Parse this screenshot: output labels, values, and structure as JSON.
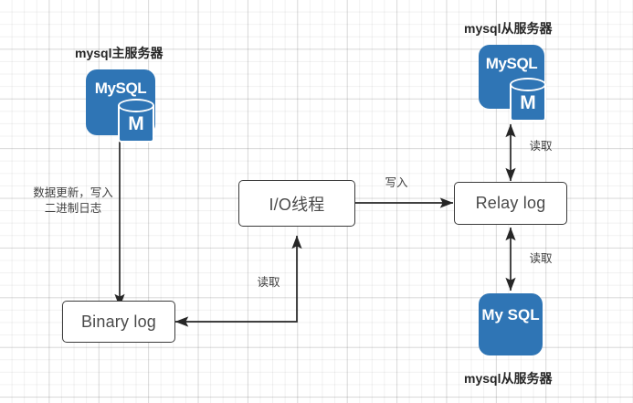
{
  "diagram": {
    "title": "MySQL master-slave replication",
    "background": "#ffffff",
    "accent_blue": "#2f75b5",
    "line_color": "#3b3b3b"
  },
  "nodes": {
    "master": {
      "caption": "mysql主服务器",
      "icon_label": "MySQL",
      "db_letter": "M"
    },
    "slave_top": {
      "caption": "mysql从服务器",
      "icon_label": "MySQL",
      "db_letter": "M"
    },
    "slave_bottom": {
      "caption": "mysql从服务器",
      "icon_label": "My SQL"
    },
    "binary_log": {
      "label": "Binary log"
    },
    "io_thread": {
      "label": "I/O线程"
    },
    "relay_log": {
      "label": "Relay log"
    }
  },
  "edges": {
    "master_to_binlog": {
      "label_line1": "数据更新，写入",
      "label_line2": "二进制日志"
    },
    "binlog_to_io": {
      "label": "读取"
    },
    "io_to_relay": {
      "label": "写入"
    },
    "relay_to_slave_top": {
      "label": "读取"
    },
    "relay_to_slave_bottom": {
      "label": "读取"
    }
  }
}
